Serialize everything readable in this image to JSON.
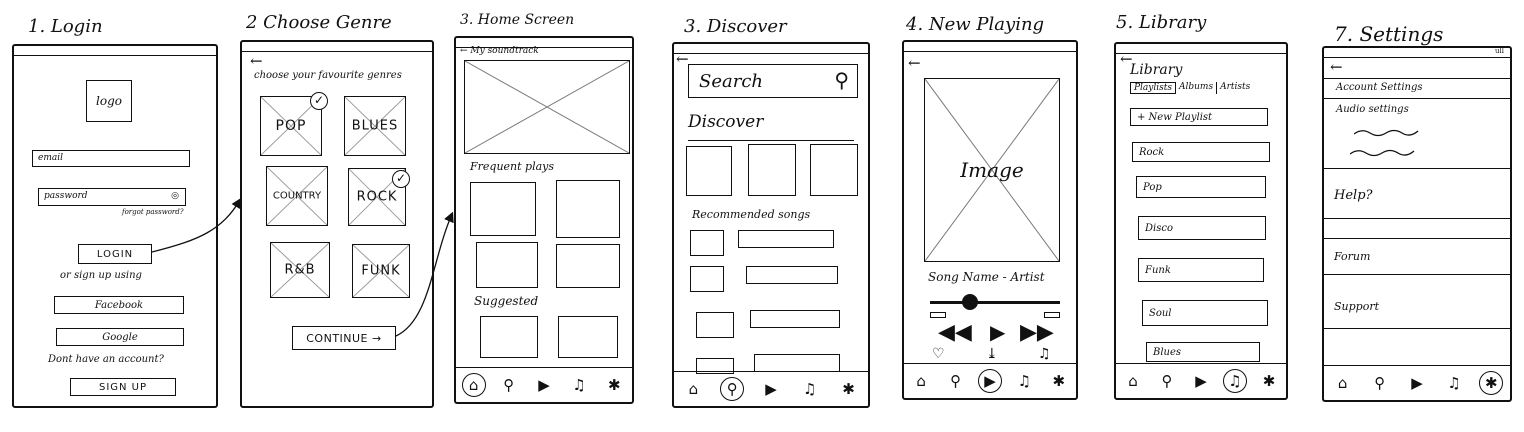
{
  "screens": {
    "login": {
      "title": "1. Login",
      "logo": "logo",
      "email_placeholder": "email",
      "password_placeholder": "password",
      "forgot": "forgot password?",
      "login_button": "LOGIN",
      "or_sign_up": "or sign up using",
      "facebook": "Facebook",
      "google": "Google",
      "no_account": "Dont have an account?",
      "signup_button": "SIGN UP"
    },
    "genre": {
      "title": "2 Choose Genre",
      "heading": "choose your favourite genres",
      "genres": [
        "POP",
        "BLUES",
        "COUNTRY",
        "ROCK",
        "R&B",
        "FUNK"
      ],
      "continue_button": "CONTINUE →"
    },
    "home": {
      "title": "3. Home Screen",
      "header": "My soundtrack",
      "frequent": "Frequent plays",
      "suggested": "Suggested"
    },
    "discover": {
      "title": "3. Discover",
      "search": "Search",
      "heading": "Discover",
      "recommended": "Recommended songs"
    },
    "now_playing": {
      "title": "4. New Playing",
      "image_label": "Image",
      "song": "Song Name - Artist"
    },
    "library": {
      "title": "5. Library",
      "heading": "Library",
      "tabs": [
        "Playlists",
        "Albums",
        "Artists"
      ],
      "new_playlist": "+ New Playlist",
      "playlists": [
        "Rock",
        "Pop",
        "Disco",
        "Funk",
        "Soul",
        "Blues"
      ]
    },
    "settings": {
      "title": "7. Settings",
      "signal": "ull",
      "rows": [
        "Account Settings",
        "Audio settings",
        "Help?",
        "Forum",
        "Support"
      ]
    }
  }
}
